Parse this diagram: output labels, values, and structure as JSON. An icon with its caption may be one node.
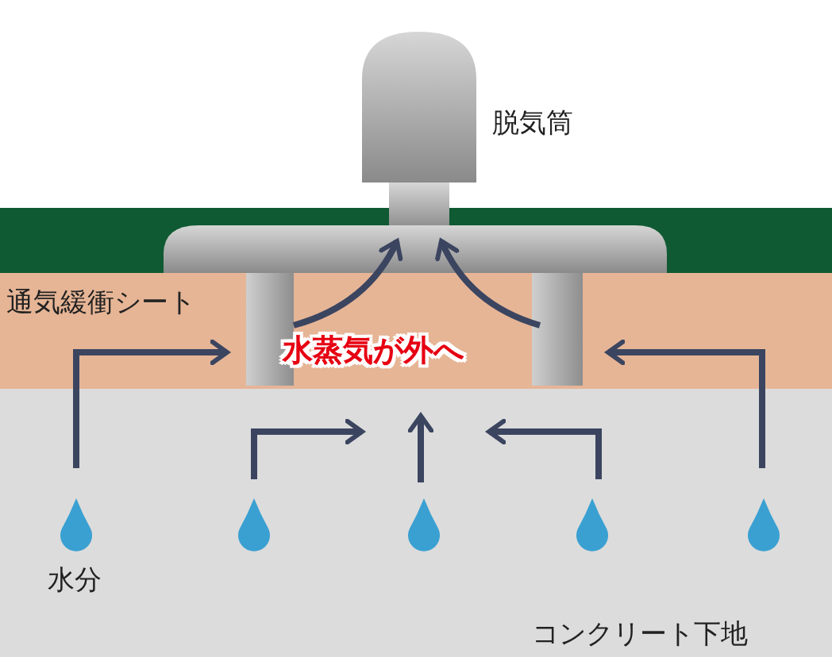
{
  "diagram": {
    "labels": [
      "脱気筒",
      "通気緩衝シート",
      "水蒸気が外へ",
      "水分",
      "コンクリート下地"
    ]
  }
}
